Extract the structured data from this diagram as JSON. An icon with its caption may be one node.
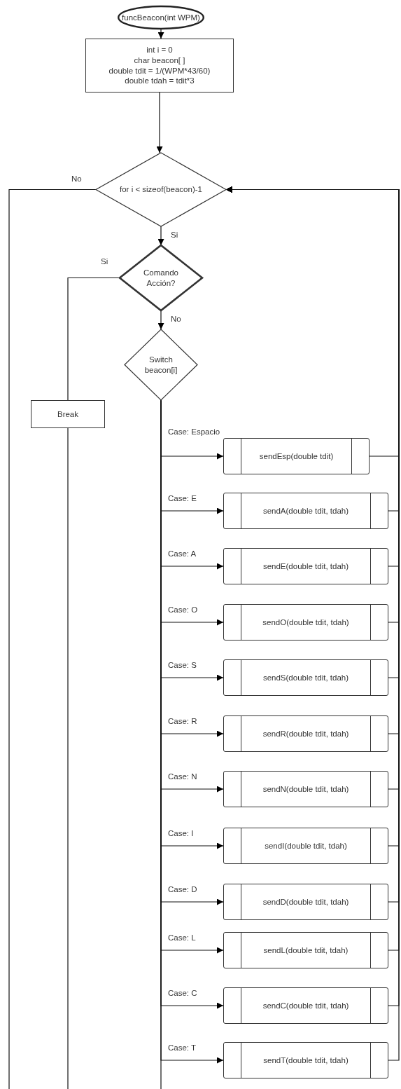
{
  "diagram": {
    "nodes": [
      {
        "text": [
          "funcBeacon(int WPM)"
        ]
      },
      {
        "text": [
          "int i = 0",
          "char beacon[ ]",
          "double tdit = 1/(WPM*43/60)",
          "double tdah = tdit*3"
        ]
      },
      {
        "text": [
          "for i < sizeof(beacon)-1"
        ]
      },
      {
        "text": [
          "Comando Acción?"
        ]
      },
      {
        "text": [
          "Switch beacon[i]"
        ]
      },
      {
        "text": [
          "Break"
        ]
      },
      {
        "text": [
          "sendEsp(double tdit)"
        ]
      },
      {
        "text": [
          "sendA(double tdit, tdah)"
        ]
      },
      {
        "text": [
          "sendE(double tdit, tdah)"
        ]
      },
      {
        "text": [
          "sendO(double tdit, tdah)"
        ]
      },
      {
        "text": [
          "sendS(double tdit, tdah)"
        ]
      },
      {
        "text": [
          "sendR(double tdit, tdah)"
        ]
      },
      {
        "text": [
          "sendN(double tdit, tdah)"
        ]
      },
      {
        "text": [
          "sendI(double tdit, tdah)"
        ]
      },
      {
        "text": [
          "sendD(double tdit, tdah)"
        ]
      },
      {
        "text": [
          "sendL(double tdit, tdah)"
        ]
      },
      {
        "text": [
          "sendC(double tdit, tdah)"
        ]
      },
      {
        "text": [
          "sendT(double tdit, tdah)"
        ]
      }
    ],
    "edges": [
      {
        "from": 0,
        "to": 1,
        "arrow": "to"
      },
      {
        "from": 1,
        "to": 2,
        "arrow": "to"
      },
      {
        "from": 2,
        "to": 3,
        "arrow": "to",
        "label": "Si"
      },
      {
        "from": 2,
        "to": null,
        "arrow": "none",
        "label": "No"
      },
      {
        "from": 3,
        "to": 4,
        "arrow": "to",
        "label": "No"
      },
      {
        "from": 3,
        "to": 5,
        "arrow": "none",
        "label": "Si"
      },
      {
        "from": 5,
        "to": null,
        "arrow": "none"
      },
      {
        "from": 4,
        "to": 6,
        "arrow": "to",
        "label": "Case: Espacio"
      },
      {
        "from": 4,
        "to": 7,
        "arrow": "to",
        "label": "Case: E"
      },
      {
        "from": 4,
        "to": 8,
        "arrow": "to",
        "label": "Case: A"
      },
      {
        "from": 4,
        "to": 9,
        "arrow": "to",
        "label": "Case: O"
      },
      {
        "from": 4,
        "to": 10,
        "arrow": "to",
        "label": "Case: S"
      },
      {
        "from": 4,
        "to": 11,
        "arrow": "to",
        "label": "Case: R"
      },
      {
        "from": 4,
        "to": 12,
        "arrow": "to",
        "label": "Case: N"
      },
      {
        "from": 4,
        "to": 13,
        "arrow": "to",
        "label": "Case: I"
      },
      {
        "from": 4,
        "to": 14,
        "arrow": "to",
        "label": "Case: D"
      },
      {
        "from": 4,
        "to": 15,
        "arrow": "to",
        "label": "Case: L"
      },
      {
        "from": 4,
        "to": 16,
        "arrow": "to",
        "label": "Case: C"
      },
      {
        "from": 4,
        "to": 17,
        "arrow": "to",
        "label": "Case: T"
      },
      {
        "from": 4,
        "to": null,
        "arrow": "none"
      },
      {
        "from": 6,
        "to": 2,
        "arrow": "to"
      },
      {
        "from": 7,
        "to": 2,
        "arrow": "to"
      },
      {
        "from": 8,
        "to": 2,
        "arrow": "to"
      },
      {
        "from": 9,
        "to": 2,
        "arrow": "to"
      },
      {
        "from": 10,
        "to": 2,
        "arrow": "to"
      },
      {
        "from": 11,
        "to": 2,
        "arrow": "to"
      },
      {
        "from": 12,
        "to": 2,
        "arrow": "to"
      },
      {
        "from": 13,
        "to": 2,
        "arrow": "to"
      },
      {
        "from": 14,
        "to": 2,
        "arrow": "to"
      },
      {
        "from": 15,
        "to": 2,
        "arrow": "to"
      },
      {
        "from": 16,
        "to": 2,
        "arrow": "to"
      },
      {
        "from": 17,
        "to": 2,
        "arrow": "to"
      }
    ]
  }
}
